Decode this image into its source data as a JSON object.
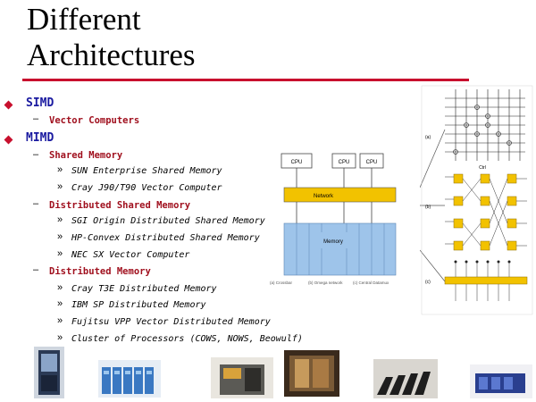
{
  "title": {
    "line1": "Different",
    "line2": "Architectures"
  },
  "bullets": {
    "simd": {
      "label": "SIMD",
      "sub": "Vector Computers"
    },
    "mimd": {
      "label": "MIMD",
      "shared": {
        "label": "Shared Memory",
        "items": [
          "SUN Enterprise Shared Memory",
          "Cray J90/T90 Vector Computer"
        ]
      },
      "distributed_shared": {
        "label": "Distributed Shared Memory",
        "items": [
          "SGI Origin Distributed Shared Memory",
          "HP-Convex Distributed Shared Memory",
          "NEC SX Vector Computer"
        ]
      },
      "distributed": {
        "label": "Distributed Memory",
        "items": [
          "Cray T3E Distributed Memory",
          "IBM SP Distributed Memory",
          "Fujitsu VPP Vector Distributed Memory",
          "Cluster of Processors (COWS, NOWS, Beowulf)"
        ]
      }
    }
  },
  "diagram": {
    "cpu": [
      "CPU",
      "CPU",
      "CPU"
    ],
    "network": "Network",
    "memory": "Memory",
    "caption": [
      "(a) Crossbar",
      "(b) Omega network",
      "(c) Central Datamux"
    ],
    "switch_labels": [
      "(a)",
      "(b)",
      "(c)"
    ],
    "crossbar_caption": "Ctrl"
  },
  "colors": {
    "rule": "#c8102e",
    "level1": "#1a1aa0",
    "level2": "#a0101e",
    "network": "#f2c200",
    "memory": "#9ec4ea"
  }
}
